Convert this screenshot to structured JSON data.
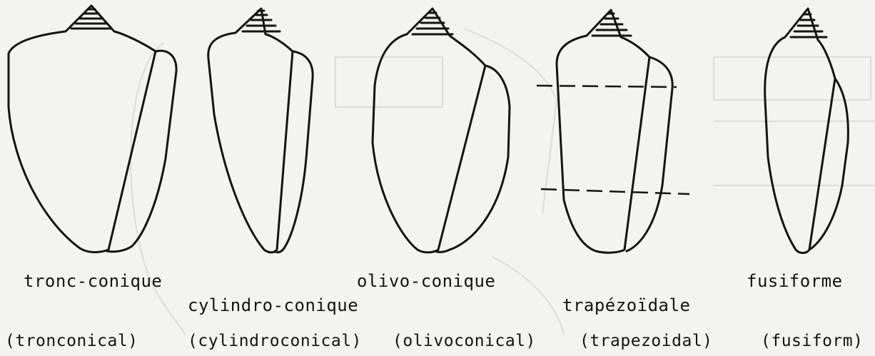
{
  "shapes": [
    {
      "name": "tronc-conique",
      "english": "(tronconical)"
    },
    {
      "name": "cylindro-conique",
      "english": "(cylindroconical)"
    },
    {
      "name": "olivo-conique",
      "english": "(olivoconical)"
    },
    {
      "name": "trapézoïdale",
      "english": "(trapezoidal)"
    },
    {
      "name": "fusiforme",
      "english": "(fusiform)"
    }
  ],
  "colors": {
    "ink": "#141414",
    "paper": "#f3f3f1",
    "bleed_through": "#d9d9d6"
  }
}
